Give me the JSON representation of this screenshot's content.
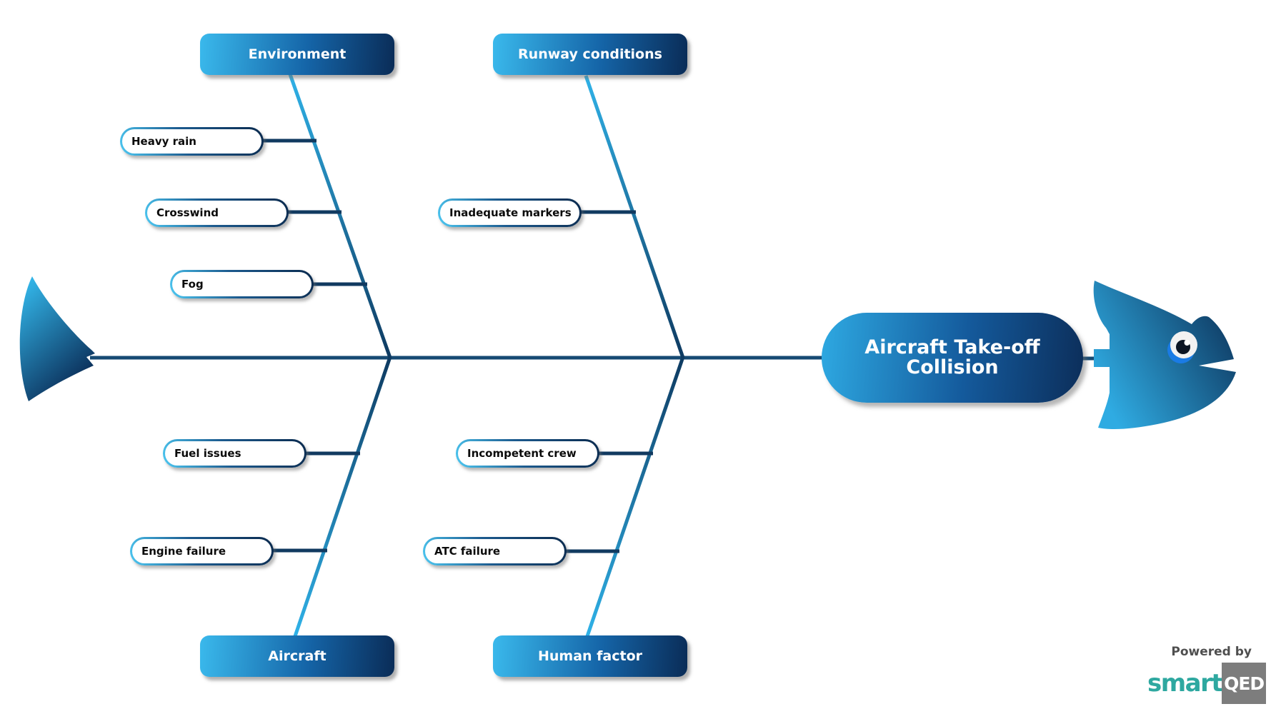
{
  "problem": {
    "label": "Aircraft Take-off Collision"
  },
  "categories": [
    {
      "label": "Environment",
      "position": "top-left"
    },
    {
      "label": "Runway conditions",
      "position": "top-right"
    },
    {
      "label": "Aircraft",
      "position": "bottom-left"
    },
    {
      "label": "Human factor",
      "position": "bottom-right"
    }
  ],
  "causes": {
    "environment": [
      "Heavy rain",
      "Crosswind",
      "Fog"
    ],
    "runway_conditions": [
      "Inadequate markers"
    ],
    "aircraft": [
      "Fuel issues",
      "Engine failure"
    ],
    "human_factor": [
      "Incompetent crew",
      "ATC failure"
    ]
  },
  "branding": {
    "powered_by": "Powered by",
    "brand_smart": "smart",
    "brand_qed": "QED"
  },
  "icons": {
    "fish_head": "fish-head-icon",
    "fish_tail": "fish-tail-icon"
  },
  "colors": {
    "node_gradient_light": "#3ab9ec",
    "node_gradient_dark": "#0a2c57",
    "bone_light": "#2fb2e8",
    "bone_dark": "#0e3a61",
    "spine": "#164a73",
    "connector": "#113a60",
    "cause_text": "#0b0b0b",
    "fish_light": "#2fabe2",
    "fish_dark": "#0c3158",
    "eye_accent_blue": "#1a7be5",
    "brand_teal": "#2ea8a0",
    "brand_gray": "#7d7d7d",
    "powered_by_gray": "#4f4f4f"
  }
}
